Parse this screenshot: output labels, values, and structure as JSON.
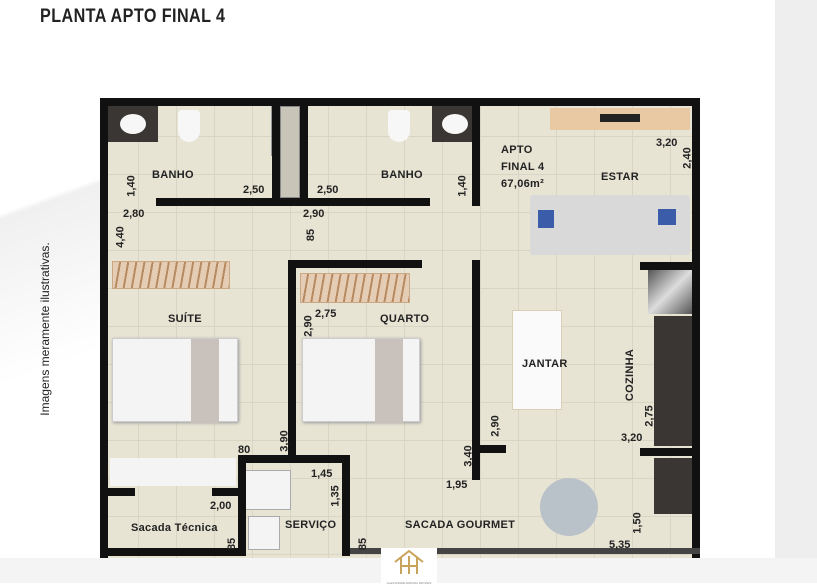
{
  "title": "PLANTA APTO FINAL 4",
  "side_note": "Imagens meramente ilustrativas.",
  "apartment": {
    "line1": "APTO",
    "line2": "FINAL 4",
    "area": "67,06m²"
  },
  "rooms": {
    "banho_left": "BANHO",
    "banho_right": "BANHO",
    "suite": "SUÍTE",
    "quarto": "QUARTO",
    "estar": "ESTAR",
    "jantar": "JANTAR",
    "cozinha": "COZINHA",
    "sacada_tecnica": "Sacada Técnica",
    "servico": "SERVIÇO",
    "sacada_gourmet": "SACADA GOURMET"
  },
  "dims": {
    "d1": "1,40",
    "d2": "2,50",
    "d3": "2,50",
    "d4": "1,40",
    "d5": "2,80",
    "d6": "2,90",
    "d7": "4,40",
    "d8": "85",
    "d9": "2,90",
    "d10": "2,75",
    "d11": "80",
    "d12": "3,90",
    "d13": "1,45",
    "d14": "1,35",
    "d15": "3,40",
    "d16": "1,95",
    "d17": "2,00",
    "d18": "85",
    "d19": "85",
    "d20": "2,90",
    "d21": "3,20",
    "d22": "2,40",
    "d23": "2,75",
    "d24": "3,20",
    "d25": "1,50",
    "d26": "5,35"
  },
  "logo": {
    "text": "ALEXANDRE ARRUDA IMOVEIS",
    "accent": "#c9a35a"
  }
}
